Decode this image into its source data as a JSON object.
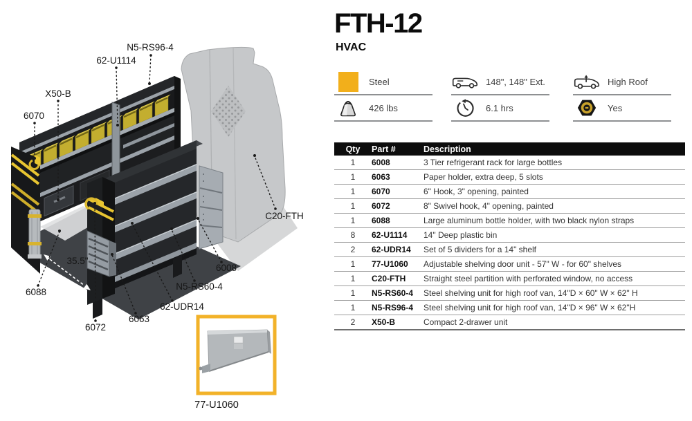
{
  "header": {
    "title": "FTH-12",
    "subtitle": "HVAC"
  },
  "specs": {
    "material": "Steel",
    "length": "148\", 148\" Ext.",
    "roof": "High Roof",
    "weight": "426 lbs",
    "install_time": "6.1 hrs",
    "certified": "Yes",
    "accent_color": "#F2AF1B",
    "icons": {
      "material": "steel-swatch",
      "length": "van-side-icon",
      "roof": "van-high-roof-icon",
      "weight": "weight-icon",
      "install_time": "clock-icon",
      "certified": "nut-badge-icon"
    }
  },
  "table": {
    "columns": [
      "Qty",
      "Part #",
      "Description"
    ],
    "rows": [
      {
        "qty": "1",
        "part": "6008",
        "desc": "3 Tier refrigerant rack for large bottles"
      },
      {
        "qty": "1",
        "part": "6063",
        "desc": "Paper holder, extra deep, 5 slots"
      },
      {
        "qty": "1",
        "part": "6070",
        "desc": "6\" Hook, 3\" opening, painted"
      },
      {
        "qty": "1",
        "part": "6072",
        "desc": "8\" Swivel hook, 4\" opening, painted"
      },
      {
        "qty": "1",
        "part": "6088",
        "desc": "Large aluminum bottle holder, with two black nylon straps"
      },
      {
        "qty": "8",
        "part": "62-U1114",
        "desc": "14\" Deep plastic bin"
      },
      {
        "qty": "2",
        "part": "62-UDR14",
        "desc": "Set of 5 dividers for a 14\" shelf"
      },
      {
        "qty": "1",
        "part": "77-U1060",
        "desc": "Adjustable shelving door unit - 57\" W - for 60\" shelves"
      },
      {
        "qty": "1",
        "part": "C20-FTH",
        "desc": "Straight steel partition with perforated window, no access"
      },
      {
        "qty": "1",
        "part": "N5-RS60-4",
        "desc": "Steel shelving unit for high roof van, 14\"D × 60\" W × 62\" H"
      },
      {
        "qty": "1",
        "part": "N5-RS96-4",
        "desc": "Steel shelving unit for high roof van, 14\"D × 96\" W × 62\"H"
      },
      {
        "qty": "2",
        "part": "X50-B",
        "desc": "Compact 2-drawer unit"
      }
    ]
  },
  "diagram": {
    "labels": [
      {
        "text": "N5-RS96-4"
      },
      {
        "text": "62-U1114"
      },
      {
        "text": "X50-B"
      },
      {
        "text": "6070"
      },
      {
        "text": "C20-FTH"
      },
      {
        "text": "6008"
      },
      {
        "text": "N5-RS60-4"
      },
      {
        "text": "62-UDR14"
      },
      {
        "text": "6063"
      },
      {
        "text": "6072"
      },
      {
        "text": "6088"
      }
    ],
    "dimension": "35.5\"",
    "inset_label": "77-U1060"
  }
}
